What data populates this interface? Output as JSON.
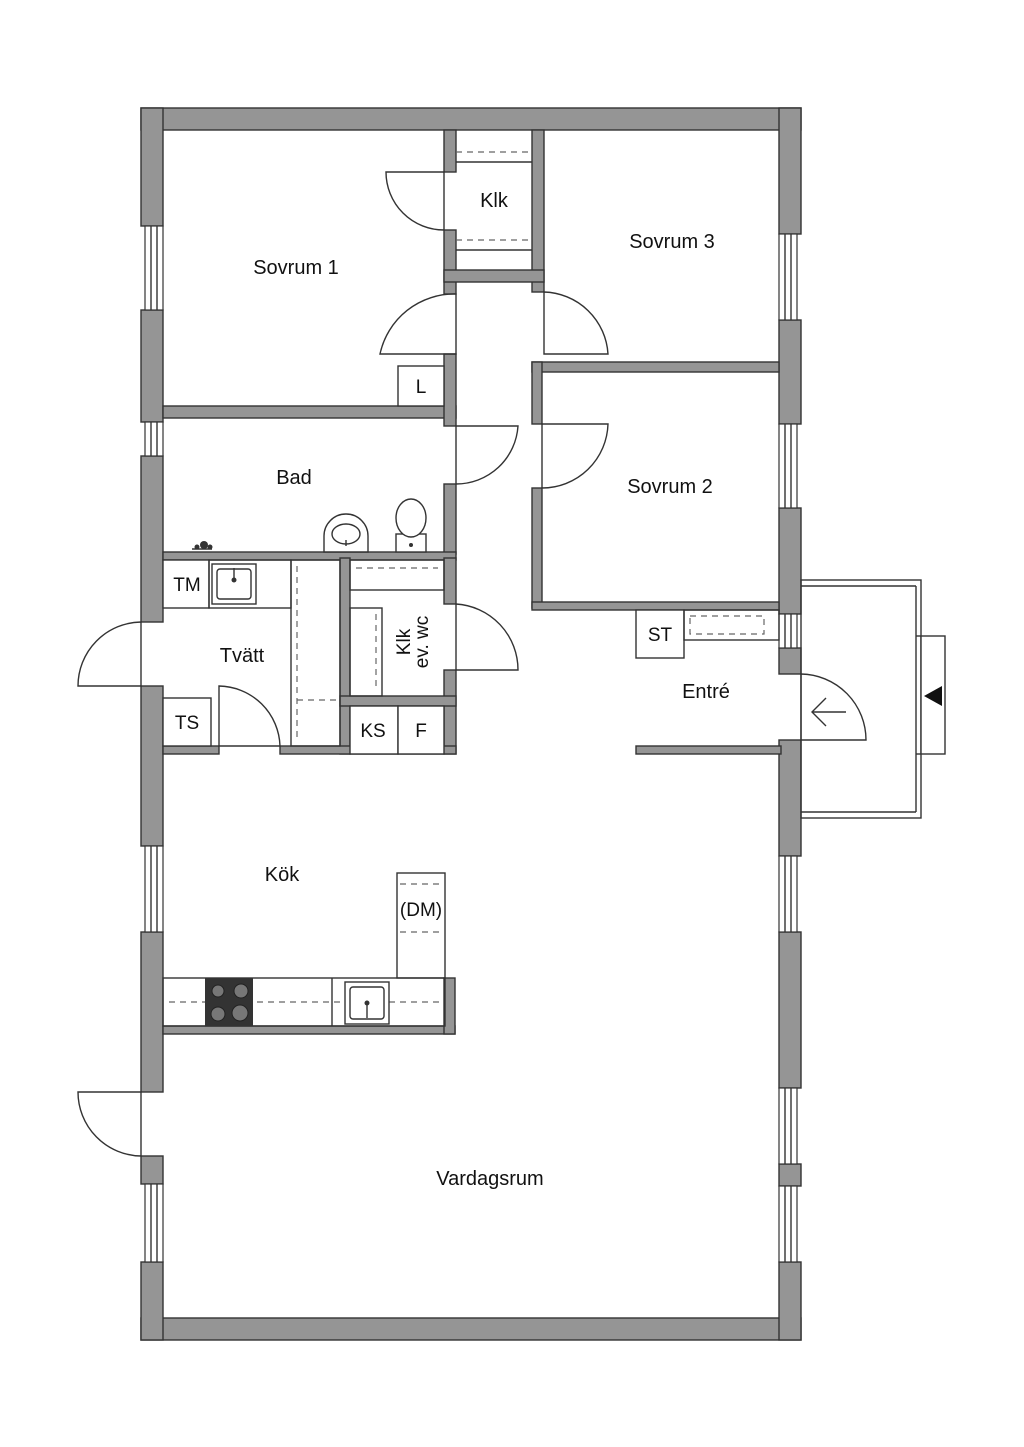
{
  "rooms": {
    "sovrum1": "Sovrum 1",
    "klk_top": "Klk",
    "sovrum3": "Sovrum 3",
    "sovrum2": "Sovrum 2",
    "bad": "Bad",
    "tvatt": "Tvätt",
    "klk_ev_wc_line1": "Klk",
    "klk_ev_wc_line2": "ev. wc",
    "entre": "Entré",
    "kok": "Kök",
    "vardagsrum": "Vardagsrum"
  },
  "fixtures": {
    "linen": "L",
    "tm": "TM",
    "ts": "TS",
    "ks": "KS",
    "f": "F",
    "st": "ST",
    "dm": "(DM)"
  },
  "colors": {
    "wall": "#959595",
    "line": "#333333",
    "background": "#ffffff"
  }
}
